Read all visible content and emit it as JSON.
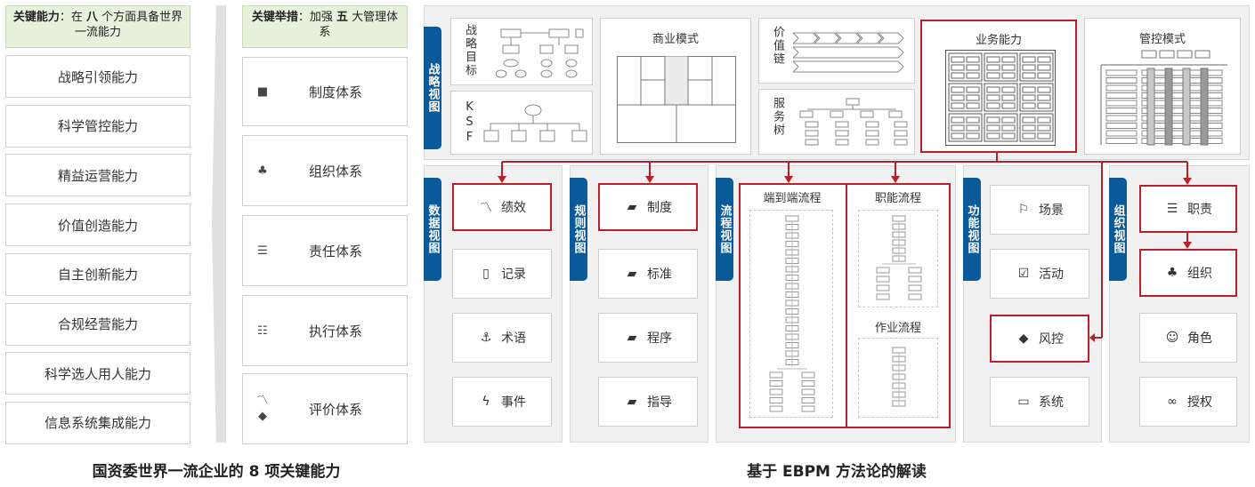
{
  "left": {
    "header_bold": "关键能力",
    "header_mid": "：在",
    "header_num": "八",
    "header_rest": "个方面具备世界一流能力",
    "items": [
      "战略引领能力",
      "科学管控能力",
      "精益运营能力",
      "价值创造能力",
      "自主创新能力",
      "合规经营能力",
      "科学选人用人能力",
      "信息系统集成能力"
    ]
  },
  "middle": {
    "header_bold": "关键举措",
    "header_mid": "：加强",
    "header_num": "五",
    "header_rest": "大管理体系",
    "items": [
      "制度体系",
      "组织体系",
      "责任体系",
      "执行体系",
      "评价体系"
    ]
  },
  "strategy": {
    "tab": "战略视图",
    "goal_label": "战略目标",
    "ksf_label": "KSF",
    "business_model": "商业模式",
    "value_chain": "价值链",
    "service_tree": "服务树",
    "business_capability": "业务能力",
    "control_mode": "管控模式"
  },
  "data_view": {
    "tab": "数据视图",
    "items": [
      "绩效",
      "记录",
      "术语",
      "事件"
    ]
  },
  "rule_view": {
    "tab": "规则视图",
    "items": [
      "制度",
      "标准",
      "程序",
      "指导"
    ]
  },
  "process_view": {
    "tab": "流程视图",
    "e2e": "端到端流程",
    "functional": "职能流程",
    "operation": "作业流程"
  },
  "function_view": {
    "tab": "功能视图",
    "items": [
      "场景",
      "活动",
      "风控",
      "系统"
    ]
  },
  "org_view": {
    "tab": "组织视图",
    "items": [
      "职责",
      "组织",
      "角色",
      "授权"
    ]
  },
  "captions": {
    "left": "国资委世界一流企业的 8 项关键能力",
    "right": "基于 EBPM 方法论的解读"
  },
  "colors": {
    "accent_blue": "#0a5a9a",
    "highlight_red": "#b5202a",
    "header_green": "#e6f2dc"
  }
}
